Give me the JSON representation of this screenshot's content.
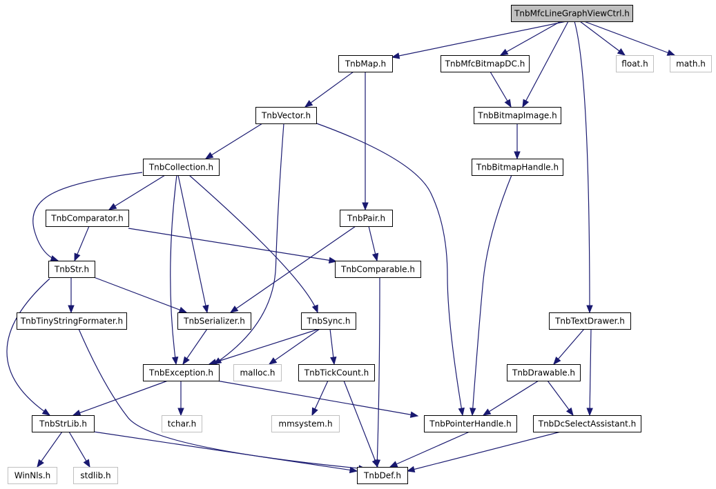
{
  "graph": {
    "colors": {
      "edge": "#191970",
      "main_fill": "#bfbfbf",
      "node_border": "#000000",
      "external_border": "#bfbfbf",
      "text": "#000000",
      "background": "#ffffff"
    },
    "nodes": [
      {
        "id": "main",
        "label": "TnbMfcLineGraphViewCtrl.h",
        "kind": "main"
      },
      {
        "id": "map",
        "label": "TnbMap.h",
        "kind": "normal"
      },
      {
        "id": "bitmapdc",
        "label": "TnbMfcBitmapDC.h",
        "kind": "normal"
      },
      {
        "id": "float",
        "label": "float.h",
        "kind": "external"
      },
      {
        "id": "math",
        "label": "math.h",
        "kind": "external"
      },
      {
        "id": "vector",
        "label": "TnbVector.h",
        "kind": "normal"
      },
      {
        "id": "bitmapimage",
        "label": "TnbBitmapImage.h",
        "kind": "normal"
      },
      {
        "id": "collection",
        "label": "TnbCollection.h",
        "kind": "normal"
      },
      {
        "id": "bitmaphandle",
        "label": "TnbBitmapHandle.h",
        "kind": "normal"
      },
      {
        "id": "comparator",
        "label": "TnbComparator.h",
        "kind": "normal"
      },
      {
        "id": "pair",
        "label": "TnbPair.h",
        "kind": "normal"
      },
      {
        "id": "str",
        "label": "TnbStr.h",
        "kind": "normal"
      },
      {
        "id": "comparable",
        "label": "TnbComparable.h",
        "kind": "normal"
      },
      {
        "id": "tinystr",
        "label": "TnbTinyStringFormater.h",
        "kind": "normal"
      },
      {
        "id": "serializer",
        "label": "TnbSerializer.h",
        "kind": "normal"
      },
      {
        "id": "sync",
        "label": "TnbSync.h",
        "kind": "normal"
      },
      {
        "id": "textdrawer",
        "label": "TnbTextDrawer.h",
        "kind": "normal"
      },
      {
        "id": "exception",
        "label": "TnbException.h",
        "kind": "normal"
      },
      {
        "id": "malloc",
        "label": "malloc.h",
        "kind": "external"
      },
      {
        "id": "tickcount",
        "label": "TnbTickCount.h",
        "kind": "normal"
      },
      {
        "id": "drawable",
        "label": "TnbDrawable.h",
        "kind": "normal"
      },
      {
        "id": "strlib",
        "label": "TnbStrLib.h",
        "kind": "normal"
      },
      {
        "id": "tchar",
        "label": "tchar.h",
        "kind": "external"
      },
      {
        "id": "mmsystem",
        "label": "mmsystem.h",
        "kind": "external"
      },
      {
        "id": "pointerhandle",
        "label": "TnbPointerHandle.h",
        "kind": "normal"
      },
      {
        "id": "dcselect",
        "label": "TnbDcSelectAssistant.h",
        "kind": "normal"
      },
      {
        "id": "winnls",
        "label": "WinNls.h",
        "kind": "external"
      },
      {
        "id": "stdlib",
        "label": "stdlib.h",
        "kind": "external"
      },
      {
        "id": "def",
        "label": "TnbDef.h",
        "kind": "normal"
      }
    ],
    "edges": [
      {
        "from": "main",
        "to": "map"
      },
      {
        "from": "main",
        "to": "bitmapdc"
      },
      {
        "from": "main",
        "to": "bitmapimage"
      },
      {
        "from": "main",
        "to": "textdrawer"
      },
      {
        "from": "main",
        "to": "float"
      },
      {
        "from": "main",
        "to": "math"
      },
      {
        "from": "map",
        "to": "vector"
      },
      {
        "from": "map",
        "to": "pair"
      },
      {
        "from": "bitmapdc",
        "to": "bitmapimage"
      },
      {
        "from": "bitmapimage",
        "to": "bitmaphandle"
      },
      {
        "from": "bitmaphandle",
        "to": "pointerhandle"
      },
      {
        "from": "vector",
        "to": "collection"
      },
      {
        "from": "vector",
        "to": "exception"
      },
      {
        "from": "vector",
        "to": "pointerhandle"
      },
      {
        "from": "collection",
        "to": "comparator"
      },
      {
        "from": "collection",
        "to": "str"
      },
      {
        "from": "collection",
        "to": "serializer"
      },
      {
        "from": "collection",
        "to": "sync"
      },
      {
        "from": "collection",
        "to": "exception"
      },
      {
        "from": "comparator",
        "to": "str"
      },
      {
        "from": "comparator",
        "to": "comparable"
      },
      {
        "from": "pair",
        "to": "comparable"
      },
      {
        "from": "pair",
        "to": "serializer"
      },
      {
        "from": "str",
        "to": "tinystr"
      },
      {
        "from": "str",
        "to": "serializer"
      },
      {
        "from": "str",
        "to": "strlib"
      },
      {
        "from": "comparable",
        "to": "def"
      },
      {
        "from": "tinystr",
        "to": "def"
      },
      {
        "from": "serializer",
        "to": "exception"
      },
      {
        "from": "sync",
        "to": "exception"
      },
      {
        "from": "sync",
        "to": "malloc"
      },
      {
        "from": "sync",
        "to": "tickcount"
      },
      {
        "from": "exception",
        "to": "strlib"
      },
      {
        "from": "exception",
        "to": "tchar"
      },
      {
        "from": "exception",
        "to": "pointerhandle"
      },
      {
        "from": "tickcount",
        "to": "mmsystem"
      },
      {
        "from": "tickcount",
        "to": "def"
      },
      {
        "from": "textdrawer",
        "to": "drawable"
      },
      {
        "from": "textdrawer",
        "to": "dcselect"
      },
      {
        "from": "drawable",
        "to": "pointerhandle"
      },
      {
        "from": "drawable",
        "to": "dcselect"
      },
      {
        "from": "strlib",
        "to": "winnls"
      },
      {
        "from": "strlib",
        "to": "stdlib"
      },
      {
        "from": "strlib",
        "to": "def"
      },
      {
        "from": "pointerhandle",
        "to": "def"
      },
      {
        "from": "dcselect",
        "to": "def"
      }
    ]
  }
}
